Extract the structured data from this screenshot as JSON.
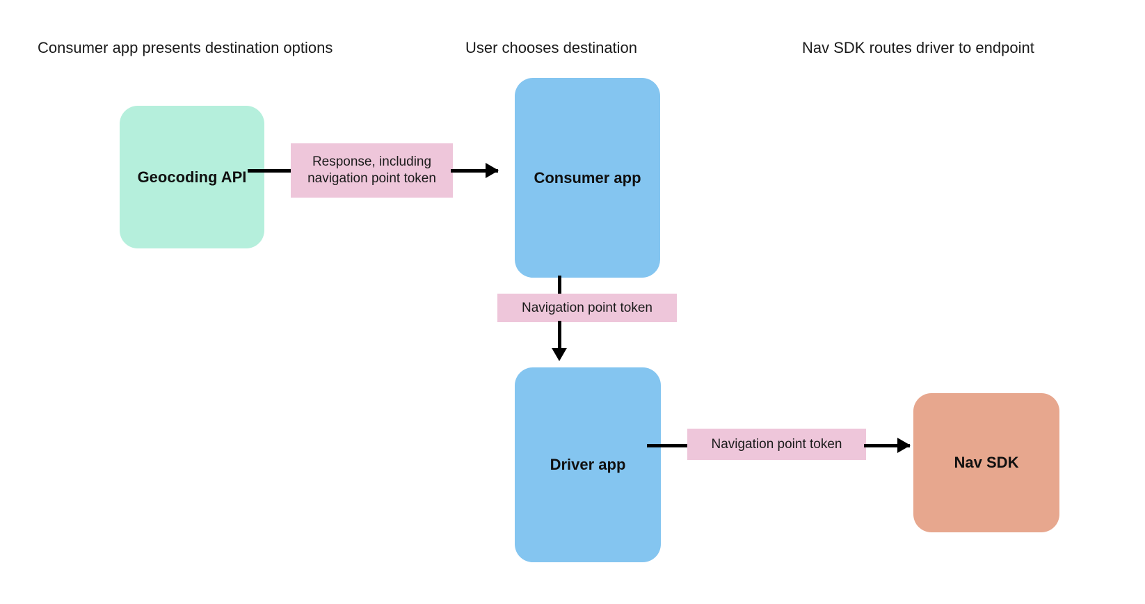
{
  "diagram": {
    "background": "#ffffff",
    "column_headers": [
      {
        "label": "Consumer app presents destination options"
      },
      {
        "label": "User chooses destination"
      },
      {
        "label": "Nav SDK routes driver to endpoint"
      }
    ],
    "nodes": [
      {
        "id": "geocoding-api",
        "label": "Geocoding API",
        "color": "#b5efdc"
      },
      {
        "id": "consumer-app",
        "label": "Consumer app",
        "color": "#84c5f0"
      },
      {
        "id": "driver-app",
        "label": "Driver app",
        "color": "#84c5f0"
      },
      {
        "id": "nav-sdk",
        "label": "Nav SDK",
        "color": "#e7a78e"
      }
    ],
    "edge_labels": [
      {
        "id": "geocoding-to-consumer",
        "label": "Response, including navigation point token",
        "color": "#eec6da"
      },
      {
        "id": "consumer-to-driver",
        "label": "Navigation point token",
        "color": "#eec6da"
      },
      {
        "id": "driver-to-navsdk",
        "label": "Navigation point token",
        "color": "#eec6da"
      }
    ],
    "edge_color": "#000000"
  }
}
